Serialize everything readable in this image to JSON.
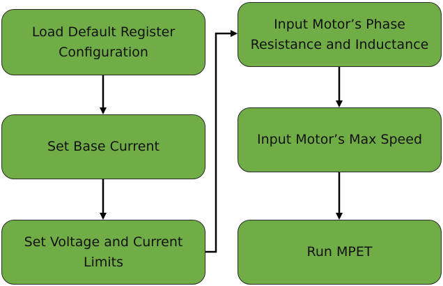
{
  "steps": [
    {
      "line1": "Load Default Register",
      "line2": "Configuration"
    },
    {
      "line1": "Set Base Current",
      "line2": ""
    },
    {
      "line1": "Set Voltage and Current",
      "line2": "Limits"
    },
    {
      "line1": "Input Motor’s Phase",
      "line2": "Resistance and Inductance"
    },
    {
      "line1": "Input Motor’s Max Speed",
      "line2": ""
    },
    {
      "line1": "Run MPET",
      "line2": ""
    }
  ],
  "colors": {
    "box_fill": "#70AD47",
    "box_border": "#2a2a2a",
    "arrow": "#000000",
    "text": "#111111"
  }
}
